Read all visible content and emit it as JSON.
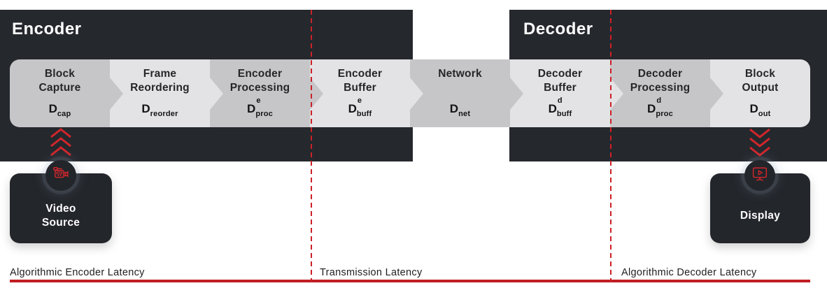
{
  "diagram": {
    "encoder_title": "Encoder",
    "decoder_title": "Decoder",
    "pipeline": {
      "formula_base": "D",
      "segments": [
        {
          "lines": [
            "Block",
            "Capture"
          ],
          "sup": "",
          "sub": "cap"
        },
        {
          "lines": [
            "Frame",
            "Reordering"
          ],
          "sup": "",
          "sub": "reorder"
        },
        {
          "lines": [
            "Encoder",
            "Processing"
          ],
          "sup": "e",
          "sub": "proc"
        },
        {
          "lines": [
            "Encoder",
            "Buffer"
          ],
          "sup": "e",
          "sub": "buff"
        },
        {
          "lines": [
            "Network",
            ""
          ],
          "sup": "",
          "sub": "net"
        },
        {
          "lines": [
            "Decoder",
            "Buffer"
          ],
          "sup": "d",
          "sub": "buff"
        },
        {
          "lines": [
            "Decoder",
            "Processing"
          ],
          "sup": "d",
          "sub": "proc"
        },
        {
          "lines": [
            "Block",
            "Output"
          ],
          "sup": "",
          "sub": "out"
        }
      ]
    },
    "endpoints": {
      "source_label": "Video\nSource",
      "display_label": "Display",
      "source_icon": "video-camera-icon",
      "display_icon": "monitor-play-icon"
    },
    "latency_labels": {
      "encoder": "Algorithmic Encoder Latency",
      "transmission": "Transmission Latency",
      "decoder": "Algorithmic Decoder Latency"
    },
    "colors": {
      "panel_dark": "#25282d",
      "segment_dark": "#c6c6c8",
      "segment_light": "#e3e3e5",
      "accent_red": "#cc2127",
      "baseline_red": "#bf1d23",
      "text_light": "#ffffff",
      "text_dark": "#26262a"
    }
  }
}
